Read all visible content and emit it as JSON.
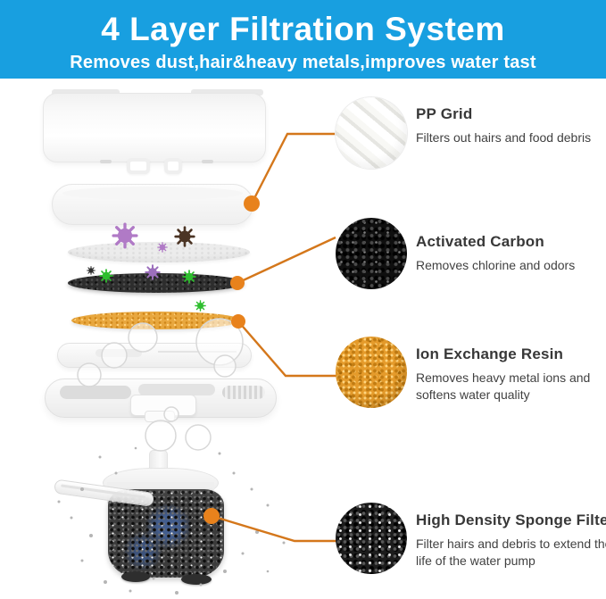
{
  "header": {
    "title": "4 Layer Filtration System",
    "subtitle": "Removes dust,hair&heavy metals,improves water tast"
  },
  "colors": {
    "header_bg": "#189FE0",
    "header_text": "#FFFFFF",
    "connector": "#D4771B",
    "connector_dot": "#E8821C",
    "callout_title": "#383838",
    "callout_desc": "#414141",
    "carbon_black": "#2D2D2D",
    "resin_orange": "#E8A73E"
  },
  "callouts": [
    {
      "title": "PP Grid",
      "description": "Filters out hairs and food debris",
      "swatch_icon": "pp-grid-texture"
    },
    {
      "title": "Activated Carbon",
      "description": "Removes chlorine and odors",
      "swatch_icon": "activated-carbon-texture"
    },
    {
      "title": "Ion Exchange Resin",
      "description": "Removes heavy metal ions and softens water quality",
      "swatch_icon": "ion-exchange-resin-texture"
    },
    {
      "title": "High Density Sponge Filter",
      "description": "Filter hairs and debris to extend the life of the water pump",
      "swatch_icon": "sponge-texture"
    }
  ],
  "diagram": {
    "parts": [
      "fountain-top-cover",
      "pp-grid-tray",
      "cotton-filter-pad",
      "activated-carbon-layer",
      "ion-exchange-resin-layer",
      "filter-tray",
      "base-tray",
      "water-pump",
      "high-density-sponge",
      "suction-feet",
      "water-splashes",
      "germ-icons"
    ]
  }
}
